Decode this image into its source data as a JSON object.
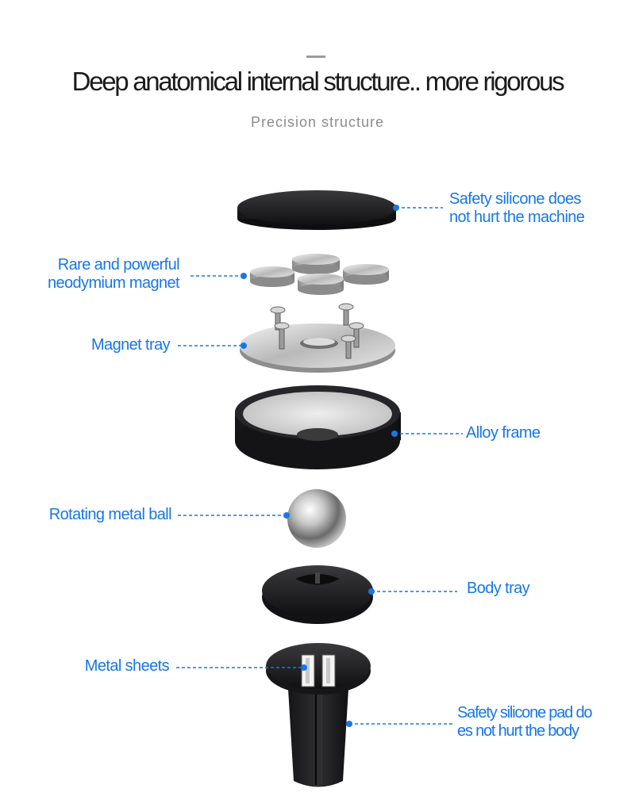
{
  "header": {
    "title": "Deep anatomical internal structure.. more rigorous",
    "subtitle": "Precision structure"
  },
  "colors": {
    "callout": "#1677e8",
    "leader_dot": "#1677e8",
    "part_dark": "#1b1b1d",
    "metal": "#c9c9c9"
  },
  "parts": [
    {
      "id": "silicone-top",
      "label_lines": [
        "Safety silicone does",
        "not hurt the machine"
      ],
      "side": "right",
      "icon": "silicone-disc-icon"
    },
    {
      "id": "magnets",
      "label_lines": [
        "Rare and powerful",
        "neodymium magnet"
      ],
      "side": "left",
      "icon": "magnet-icon"
    },
    {
      "id": "magnet-tray",
      "label_lines": [
        "Magnet tray"
      ],
      "side": "left",
      "icon": "magnet-tray-icon"
    },
    {
      "id": "alloy-frame",
      "label_lines": [
        "Alloy frame"
      ],
      "side": "right",
      "icon": "alloy-frame-icon"
    },
    {
      "id": "metal-ball",
      "label_lines": [
        "Rotating metal ball"
      ],
      "side": "left",
      "icon": "metal-ball-icon"
    },
    {
      "id": "body-tray",
      "label_lines": [
        "Body tray"
      ],
      "side": "right",
      "icon": "body-tray-icon"
    },
    {
      "id": "metal-sheets",
      "label_lines": [
        "Metal sheets"
      ],
      "side": "left",
      "icon": "metal-sheets-icon"
    },
    {
      "id": "silicone-pad",
      "label_lines": [
        "Safety silicone pad do",
        "es not hurt the body"
      ],
      "side": "right",
      "icon": "vent-clip-icon"
    }
  ]
}
